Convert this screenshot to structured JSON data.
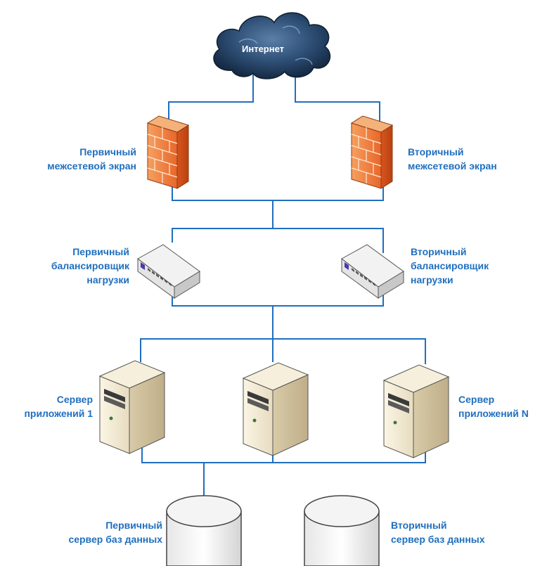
{
  "diagram": {
    "internet": "Интернет",
    "firewalls": {
      "primary": [
        "Первичный",
        "межсетевой экран"
      ],
      "secondary": [
        "Вторичный",
        "межсетевой экран"
      ]
    },
    "load_balancers": {
      "primary": [
        "Первичный",
        "балансировщик",
        "нагрузки"
      ],
      "secondary": [
        "Вторичный",
        "балансировщик",
        "нагрузки"
      ]
    },
    "app_servers": {
      "first": [
        "Сервер",
        "приложений 1"
      ],
      "last": [
        "Сервер",
        "приложений N"
      ]
    },
    "databases": {
      "primary": [
        "Первичный",
        "сервер баз данных"
      ],
      "secondary": [
        "Вторичный",
        "сервер баз данных"
      ]
    },
    "colors": {
      "label": "#1f6fbf",
      "line": "#1f6fbf",
      "firewall": "#f08040",
      "cloud": "#1e3a5a"
    }
  }
}
